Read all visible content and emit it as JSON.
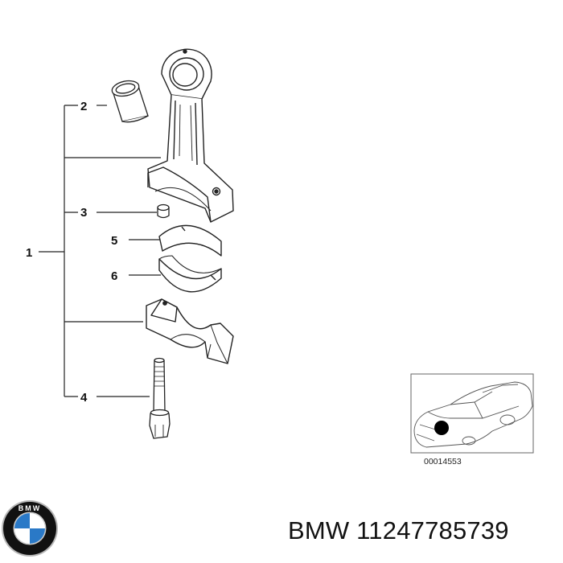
{
  "callouts": {
    "main": "1",
    "bushing": "2",
    "dowel": "3",
    "bolt": "4",
    "upper_bearing": "5",
    "lower_bearing": "6"
  },
  "inset": {
    "figure_number": "00014553"
  },
  "footer": {
    "brand": "BMW",
    "part_number": "11247785739",
    "brand_line": "BMW 11247785739"
  },
  "logo": {
    "ring_text": "BMW",
    "colors": {
      "ring": "#111111",
      "blue": "#2a79c7",
      "white": "#ffffff"
    }
  }
}
